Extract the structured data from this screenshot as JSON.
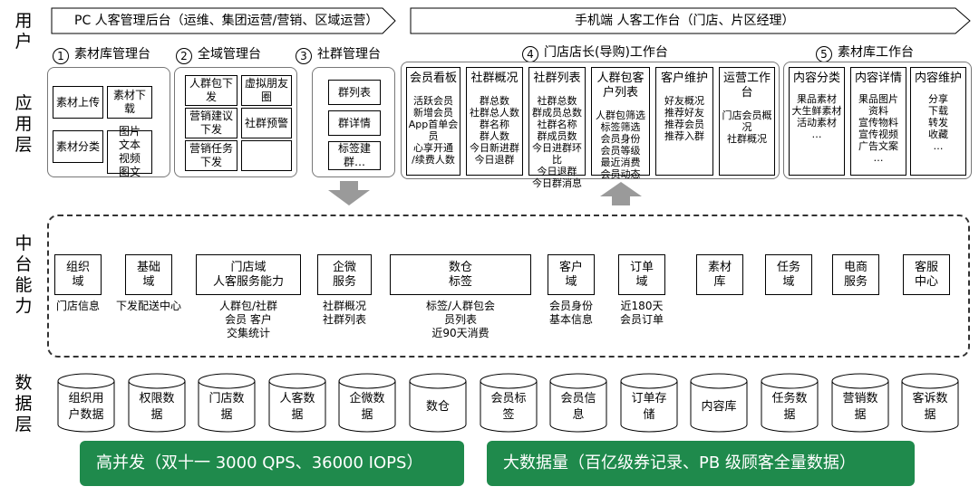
{
  "layers": {
    "user": [
      "用",
      "户"
    ],
    "app": [
      "应",
      "用",
      "层"
    ],
    "middle": [
      "中",
      "台",
      "能",
      "力"
    ],
    "data": [
      "数",
      "据",
      "层"
    ]
  },
  "users": {
    "pc": "PC  人客管理后台（运维、集团运营/营销、区域运营）",
    "mobile": "手机端    人客工作台（门店、片区经理）"
  },
  "sections": {
    "s1": {
      "num": "1",
      "title": "素材库管理台",
      "cells": [
        "素材上传",
        "素材下载",
        "素材分类",
        "图片\n文本\n视频\n图文"
      ]
    },
    "s2": {
      "num": "2",
      "title": "全域管理台",
      "cells": [
        "人群包下发",
        "虚拟朋友圈",
        "营销建议下发",
        "社群预警",
        "营销任务下发",
        ""
      ]
    },
    "s3": {
      "num": "3",
      "title": "社群管理台",
      "cells": [
        "群列表",
        "群详情",
        "标签建群…"
      ]
    },
    "s4": {
      "num": "4",
      "title": "门店店长(导购)工作台",
      "cols": [
        {
          "head": "会员看板",
          "body": "活跃会员\n新增会员\nApp首单会员\n心享开通\n/续费人数"
        },
        {
          "head": "社群概况",
          "body": "群总数\n社群总人数\n群名称\n群人数\n今日新进群\n今日退群"
        },
        {
          "head": "社群列表",
          "body": "社群总数\n群成员总数\n社群名称\n群成员数\n今日进群环比\n今日退群\n今日群消息"
        },
        {
          "head": "人群包客户列表",
          "body": "人群包筛选\n标签筛选\n会员身份\n会员等级\n最近消费\n会员动态"
        },
        {
          "head": "客户维护",
          "body": "好友概况\n推荐好友\n推荐会员\n推荐入群"
        },
        {
          "head": "运营工作台",
          "body": "门店会员概况\n社群概况"
        }
      ]
    },
    "s5": {
      "num": "5",
      "title": "素材库工作台",
      "cols": [
        {
          "head": "内容分类",
          "body": "果品素材\n大生鲜素材\n活动素材\n…"
        },
        {
          "head": "内容详情",
          "body": "果品图片\n资料\n宣传物料\n宣传视频\n广告文案\n…"
        },
        {
          "head": "内容维护",
          "body": "分享\n下载\n转发\n收藏\n…"
        }
      ]
    }
  },
  "middle": [
    {
      "label": "组织\n域",
      "note": "门店信息"
    },
    {
      "label": "基础\n域",
      "note": "下发配送中心"
    },
    {
      "label": "门店域\n人客服务能力",
      "note": "人群包/社群\n会员  客户\n交集统计"
    },
    {
      "label": "企微\n服务",
      "note": "社群概况\n社群列表"
    },
    {
      "label": "数仓\n标签",
      "note": "标签/人群包会\n员列表\n近90天消费"
    },
    {
      "label": "客户\n域",
      "note": "会员身份\n基本信息"
    },
    {
      "label": "订单\n域",
      "note": "近180天\n会员订单"
    },
    {
      "label": "素材\n库",
      "note": ""
    },
    {
      "label": "任务\n域",
      "note": ""
    },
    {
      "label": "电商\n服务",
      "note": ""
    },
    {
      "label": "客服\n中心",
      "note": ""
    }
  ],
  "databases": [
    "组织用\n户数据",
    "权限数\n据",
    "门店数\n据",
    "人客数\n据",
    "企微数\n据",
    "数仓",
    "会员标\n签",
    "会员信\n息",
    "订单存\n储",
    "内容库",
    "任务数\n据",
    "营销数\n据",
    "客诉数\n据"
  ],
  "footer": {
    "left": "高并发（双十一 3000 QPS、36000 IOPS）",
    "right": "大数据量（百亿级券记录、PB 级顾客全量数据）"
  },
  "colors": {
    "green": "#1f8a4c",
    "arrow_gray": "#999999"
  }
}
